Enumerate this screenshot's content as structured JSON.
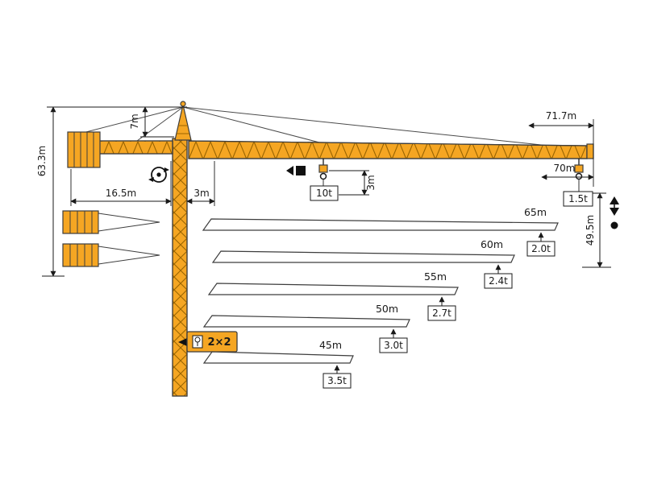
{
  "meta": {
    "description": "Tower crane dimensions and load capacity diagram"
  },
  "colors": {
    "crane_yellow": "#F5A623",
    "line": "#1a1a1a",
    "lattice": "#8a5a00"
  },
  "dims": {
    "total_height": "63.3m",
    "head_height": "7m",
    "counter_jib_length": "16.5m",
    "root_offset": "3m",
    "jib_length": "71.7m",
    "max_radius": "70m",
    "hook_drop": "3m",
    "lift_height": "49.5m"
  },
  "loads": {
    "mid": "10t",
    "tip": "1.5t"
  },
  "reeving": {
    "label": "2×2"
  },
  "icons": {
    "slewing-icon": "rotation-circle-with-dot",
    "trolley-travel-icon": "left-triangle-and-square",
    "hoist-icon": "up-down-arrows-with-dot",
    "reeving-icon": "pulley-block"
  },
  "configs": [
    {
      "length": "65m",
      "capacity": "2.0t"
    },
    {
      "length": "60m",
      "capacity": "2.4t"
    },
    {
      "length": "55m",
      "capacity": "2.7t"
    },
    {
      "length": "50m",
      "capacity": "3.0t"
    },
    {
      "length": "45m",
      "capacity": "3.5t"
    }
  ]
}
